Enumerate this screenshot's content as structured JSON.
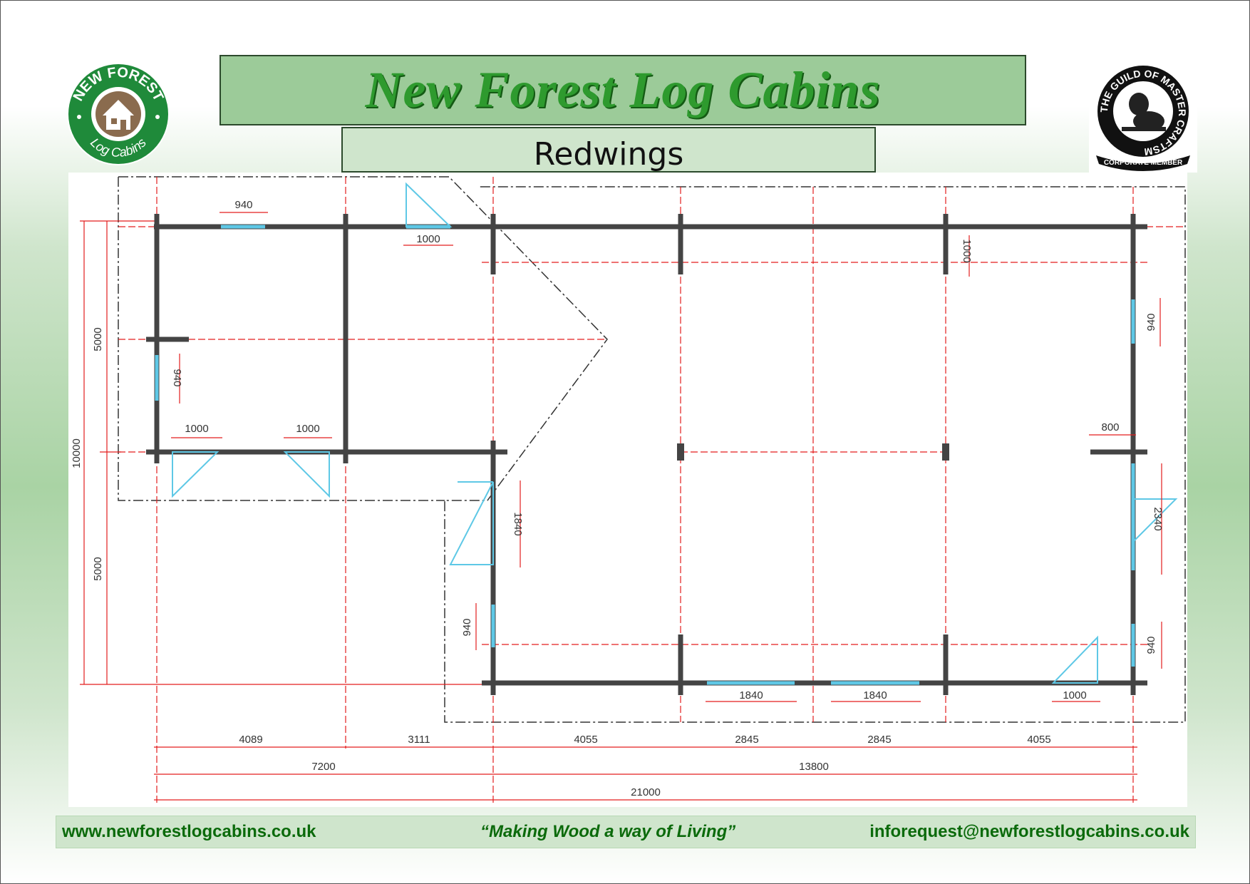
{
  "header": {
    "title": "New Forest Log Cabins",
    "subtitle": "Redwings"
  },
  "logo_left": {
    "line1": "NEW FOREST",
    "line2": "Log Cabins"
  },
  "logo_right": {
    "ring": "THE GUILD OF MASTER CRAFTSMEN",
    "banner": "CORPORATE MEMBER"
  },
  "colors": {
    "dimension_lines": "#e31d1d",
    "walls": "#444444",
    "openings": "#5ec8e6",
    "title_fill": "#9ccb99",
    "footer_text": "#0b6a0b"
  },
  "plan": {
    "dims": {
      "top_window": "940",
      "top_door": "1000",
      "right_top_door": "1000",
      "right_window": "940",
      "left_height_top": "5000",
      "left_height_bottom": "5000",
      "left_height_total": "10000",
      "inner_left_window": "940",
      "inner_door_1": "1000",
      "inner_door_2": "1000",
      "side_door": "1840",
      "side_window": "940",
      "right_wall_opening": "800",
      "right_side_door": "2340",
      "right_side_window": "940",
      "front_door_1": "1840",
      "front_door_2": "1840",
      "front_door_3": "1000",
      "seg_1": "4089",
      "seg_2": "3111",
      "seg_3": "4055",
      "seg_4": "2845",
      "seg_5": "2845",
      "seg_6": "4055",
      "sub_1": "7200",
      "sub_2": "13800",
      "total": "21000"
    }
  },
  "footer": {
    "website": "www.newforestlogcabins.co.uk",
    "slogan": "“Making Wood a way of Living”",
    "email": "inforequest@newforestlogcabins.co.uk"
  }
}
